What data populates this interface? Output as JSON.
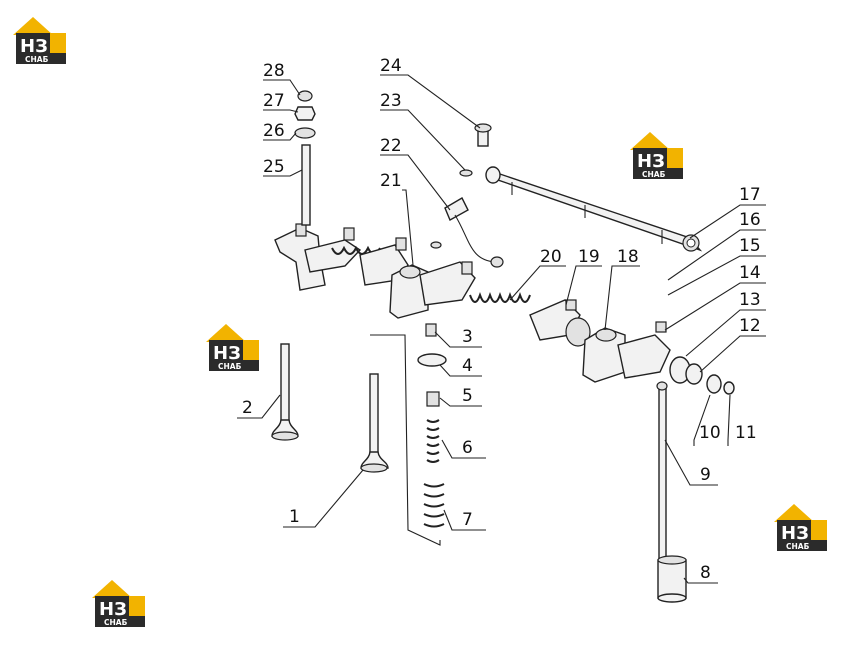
{
  "logo": {
    "letters": "НЗ",
    "subtext": "СНАБ",
    "colors": {
      "roof": "#f2b300",
      "body": "#2b2b2b",
      "text": "#ffffff"
    }
  },
  "callouts": [
    {
      "id": "1",
      "label": "1"
    },
    {
      "id": "2",
      "label": "2"
    },
    {
      "id": "3",
      "label": "3"
    },
    {
      "id": "4",
      "label": "4"
    },
    {
      "id": "5",
      "label": "5"
    },
    {
      "id": "6",
      "label": "6"
    },
    {
      "id": "7",
      "label": "7"
    },
    {
      "id": "8",
      "label": "8"
    },
    {
      "id": "9",
      "label": "9"
    },
    {
      "id": "10",
      "label": "10"
    },
    {
      "id": "11",
      "label": "11"
    },
    {
      "id": "12",
      "label": "12"
    },
    {
      "id": "13",
      "label": "13"
    },
    {
      "id": "14",
      "label": "14"
    },
    {
      "id": "15",
      "label": "15"
    },
    {
      "id": "16",
      "label": "16"
    },
    {
      "id": "17",
      "label": "17"
    },
    {
      "id": "18",
      "label": "18"
    },
    {
      "id": "19",
      "label": "19"
    },
    {
      "id": "20",
      "label": "20"
    },
    {
      "id": "21",
      "label": "21"
    },
    {
      "id": "22",
      "label": "22"
    },
    {
      "id": "23",
      "label": "23"
    },
    {
      "id": "24",
      "label": "24"
    },
    {
      "id": "25",
      "label": "25"
    },
    {
      "id": "26",
      "label": "26"
    },
    {
      "id": "27",
      "label": "27"
    },
    {
      "id": "28",
      "label": "28"
    }
  ]
}
